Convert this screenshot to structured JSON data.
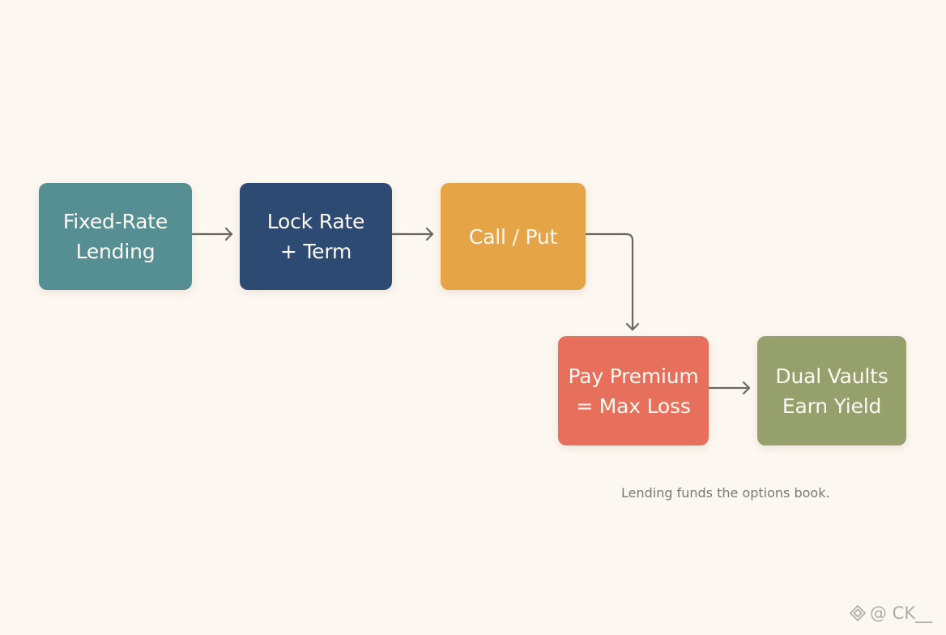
{
  "nodes": [
    {
      "id": "n1",
      "label": "Fixed-Rate\nLending",
      "color": "#568f93"
    },
    {
      "id": "n2",
      "label": "Lock Rate\n+ Term",
      "color": "#2d4a72"
    },
    {
      "id": "n3",
      "label": "Call / Put",
      "color": "#e5a446"
    },
    {
      "id": "n4",
      "label": "Pay Premium\n= Max Loss",
      "color": "#e7705c"
    },
    {
      "id": "n5",
      "label": "Dual Vaults\nEarn Yield",
      "color": "#96a06c"
    }
  ],
  "edges": [
    {
      "from": "n1",
      "to": "n2"
    },
    {
      "from": "n2",
      "to": "n3"
    },
    {
      "from": "n3",
      "to": "n4"
    },
    {
      "from": "n4",
      "to": "n5"
    }
  ],
  "caption": "Lending funds the options book.",
  "watermark": {
    "icon": "diamond-logo-icon",
    "text": "@ CK__"
  },
  "colors": {
    "background": "#fcf7f0",
    "arrow": "#6c6763",
    "node_text": "#fdf8f1"
  }
}
